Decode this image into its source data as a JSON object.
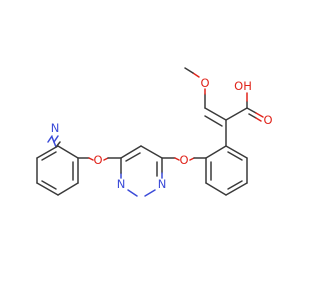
{
  "molecule": {
    "atoms": [
      {
        "name": "nitrile-n",
        "label": "N",
        "element": "N"
      },
      {
        "name": "ether-o-left",
        "label": "O",
        "element": "O"
      },
      {
        "name": "ether-o-right",
        "label": "O",
        "element": "O"
      },
      {
        "name": "pyrimidine-n-left",
        "label": "N",
        "element": "N"
      },
      {
        "name": "pyrimidine-n-right",
        "label": "N",
        "element": "N"
      },
      {
        "name": "methoxy-o",
        "label": "O",
        "element": "O"
      },
      {
        "name": "hydroxyl-label",
        "label": "OH",
        "element": "O"
      },
      {
        "name": "carbonyl-o",
        "label": "O",
        "element": "O"
      }
    ]
  }
}
